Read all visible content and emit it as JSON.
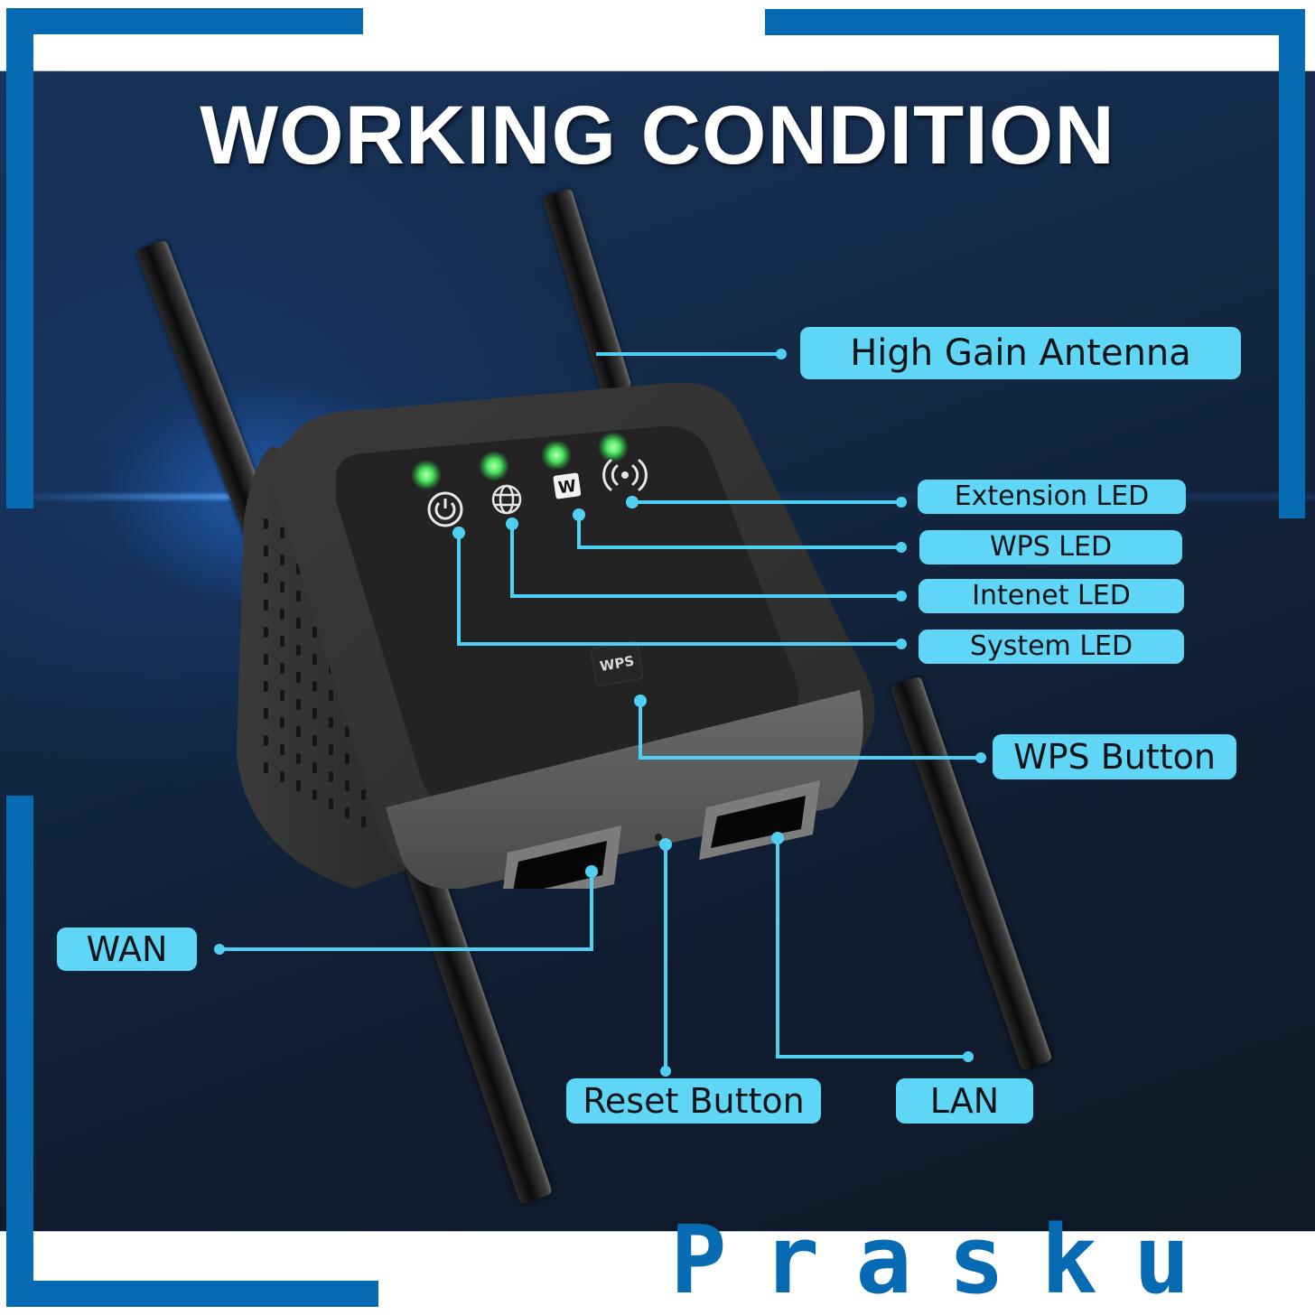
{
  "title": "WORKING CONDITION",
  "brand": "Prasku",
  "colors": {
    "frame_blue": "#066bb2",
    "label_fill": "#5fd6f5",
    "connector": "#4fd0f2",
    "led_green": "#4ee36a",
    "panel_dark": "#142a48"
  },
  "device": {
    "panel_button_label": "WPS",
    "wps_badge_letter": "W",
    "leds": [
      {
        "name": "system",
        "icon": "power-icon"
      },
      {
        "name": "internet",
        "icon": "globe-icon"
      },
      {
        "name": "wps",
        "icon": "wps-w-icon"
      },
      {
        "name": "extension",
        "icon": "wireless-signal-icon"
      }
    ],
    "ports": [
      "WAN port",
      "LAN port"
    ]
  },
  "callouts": {
    "high_gain_antenna": "High Gain Antenna",
    "extension_led": "Extension LED",
    "wps_led": "WPS LED",
    "internet_led": "Intenet LED",
    "system_led": "System LED",
    "wps_button": "WPS Button",
    "wan": "WAN",
    "reset_button": "Reset Button",
    "lan": "LAN"
  }
}
